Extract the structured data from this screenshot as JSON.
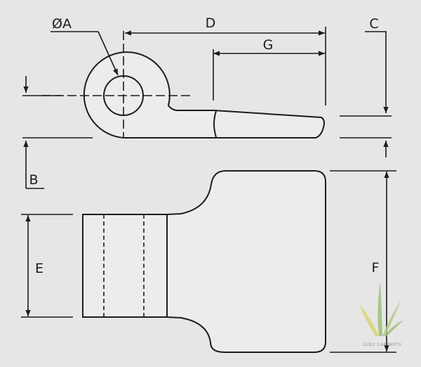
{
  "drawing": {
    "dimension_labels": {
      "hole_diameter": "ØA",
      "hole_offset": "B",
      "thickness": "C",
      "overall_length": "D",
      "bushing_width": "E",
      "blade_width": "F",
      "blade_tip_length": "G"
    },
    "watermark": {
      "text": "GIBO CARPARTS",
      "grass_colors": [
        "#9cc274",
        "#d9d96a",
        "#b8cf86"
      ]
    },
    "colors": {
      "background": "#e6e6e6",
      "line": "#1c1c1c",
      "part_fill": "#ececec"
    }
  }
}
